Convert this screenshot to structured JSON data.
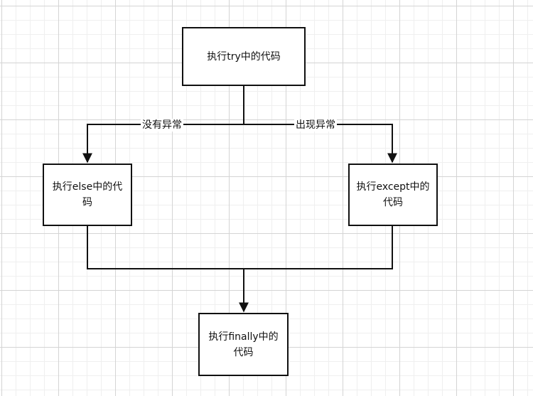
{
  "nodes": {
    "try": "执行try中的代码",
    "else": "执行else中的代码",
    "except": "执行except中的代码",
    "finally": "执行finally中的代码"
  },
  "edges": {
    "no_exception_label": "没有异常",
    "exception_label": "出现异常"
  },
  "colors": {
    "stroke": "#111111",
    "background": "#ffffff",
    "grid_major": "#d4d4d4",
    "grid_minor": "#efefef"
  }
}
